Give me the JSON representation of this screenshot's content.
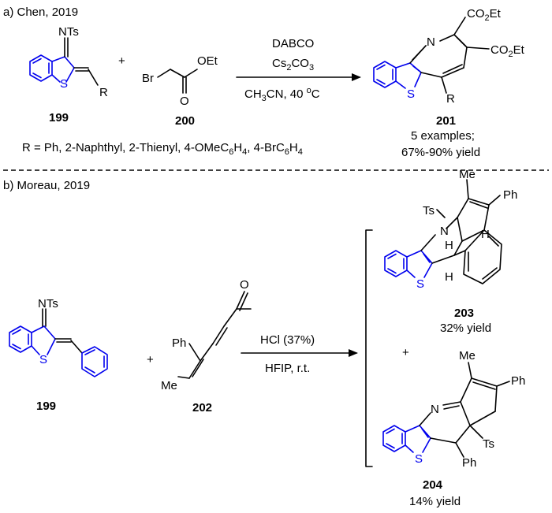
{
  "section_a": {
    "header": "a) Chen, 2019",
    "reactant1": {
      "group": "NTs",
      "label": "199",
      "r": "R",
      "s": "S"
    },
    "plus": "+",
    "reactant2": {
      "br": "Br",
      "oet": "OEt",
      "o": "O",
      "label": "200"
    },
    "conditions": {
      "base": "DABCO",
      "additive_main": "Cs",
      "additive_sub1": "2",
      "additive_rest": "CO",
      "additive_sub2": "3",
      "solvent": "CH",
      "solvent_sub": "3",
      "solvent_rest": "CN, 40 ",
      "temp_sup": "o",
      "temp_unit": "C"
    },
    "product": {
      "label": "201",
      "n": "N",
      "s": "S",
      "r": "R",
      "ester1": "CO",
      "ester1_sub": "2",
      "ester1_rest": "Et",
      "ester2": "CO",
      "ester2_sub": "2",
      "ester2_rest": "Et",
      "examples": "5 examples;",
      "yield": "67%-90% yield"
    },
    "r_groups": {
      "text_main": "R = Ph, 2-Naphthyl, 2-Thienyl, 4-OMeC",
      "sub1": "6",
      "h1": "H",
      "sub2": "4",
      "mid": ", 4-BrC",
      "sub3": "6",
      "h2": "H",
      "sub4": "4"
    }
  },
  "section_b": {
    "header": "b) Moreau, 2019",
    "reactant1": {
      "group": "NTs",
      "label": "199",
      "s": "S"
    },
    "plus": "+",
    "reactant2": {
      "ph": "Ph",
      "me": "Me",
      "o": "O",
      "label": "202"
    },
    "conditions": {
      "reagent": "HCl (37%)",
      "solvent": "HFIP, r.t."
    },
    "product1": {
      "label": "203",
      "yield": "32% yield",
      "ts": "Ts",
      "n": "N",
      "h1": "H",
      "h2": "H",
      "h3": "H",
      "me": "Me",
      "ph": "Ph",
      "s": "S"
    },
    "plus_between": "+",
    "product2": {
      "label": "204",
      "yield": "14% yield",
      "n": "N",
      "ts": "Ts",
      "ph": "Ph",
      "me": "Me",
      "ph2": "Ph",
      "s": "S"
    }
  }
}
